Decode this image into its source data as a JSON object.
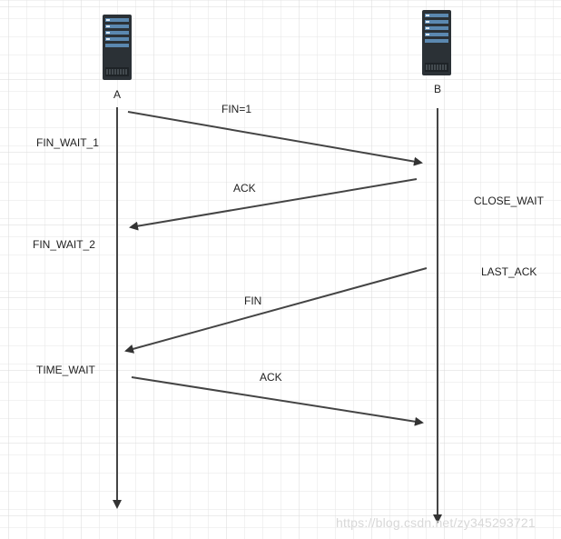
{
  "hosts": {
    "a": {
      "label": "A",
      "icon": "server-icon"
    },
    "b": {
      "label": "B",
      "icon": "server-icon"
    }
  },
  "states": {
    "fin_wait_1": "FIN_WAIT_1",
    "fin_wait_2": "FIN_WAIT_2",
    "time_wait": "TIME_WAIT",
    "close_wait": "CLOSE_WAIT",
    "last_ack": "LAST_ACK"
  },
  "messages": {
    "fin1": "FIN=1",
    "ack1": "ACK",
    "fin2": "FIN",
    "ack2": "ACK"
  },
  "watermark": "https://blog.csdn.net/zy345293721",
  "colors": {
    "grid": "#e4e4e4",
    "line": "#444444",
    "server_body": "#2b3136",
    "server_panel": "#4f7fa8"
  }
}
